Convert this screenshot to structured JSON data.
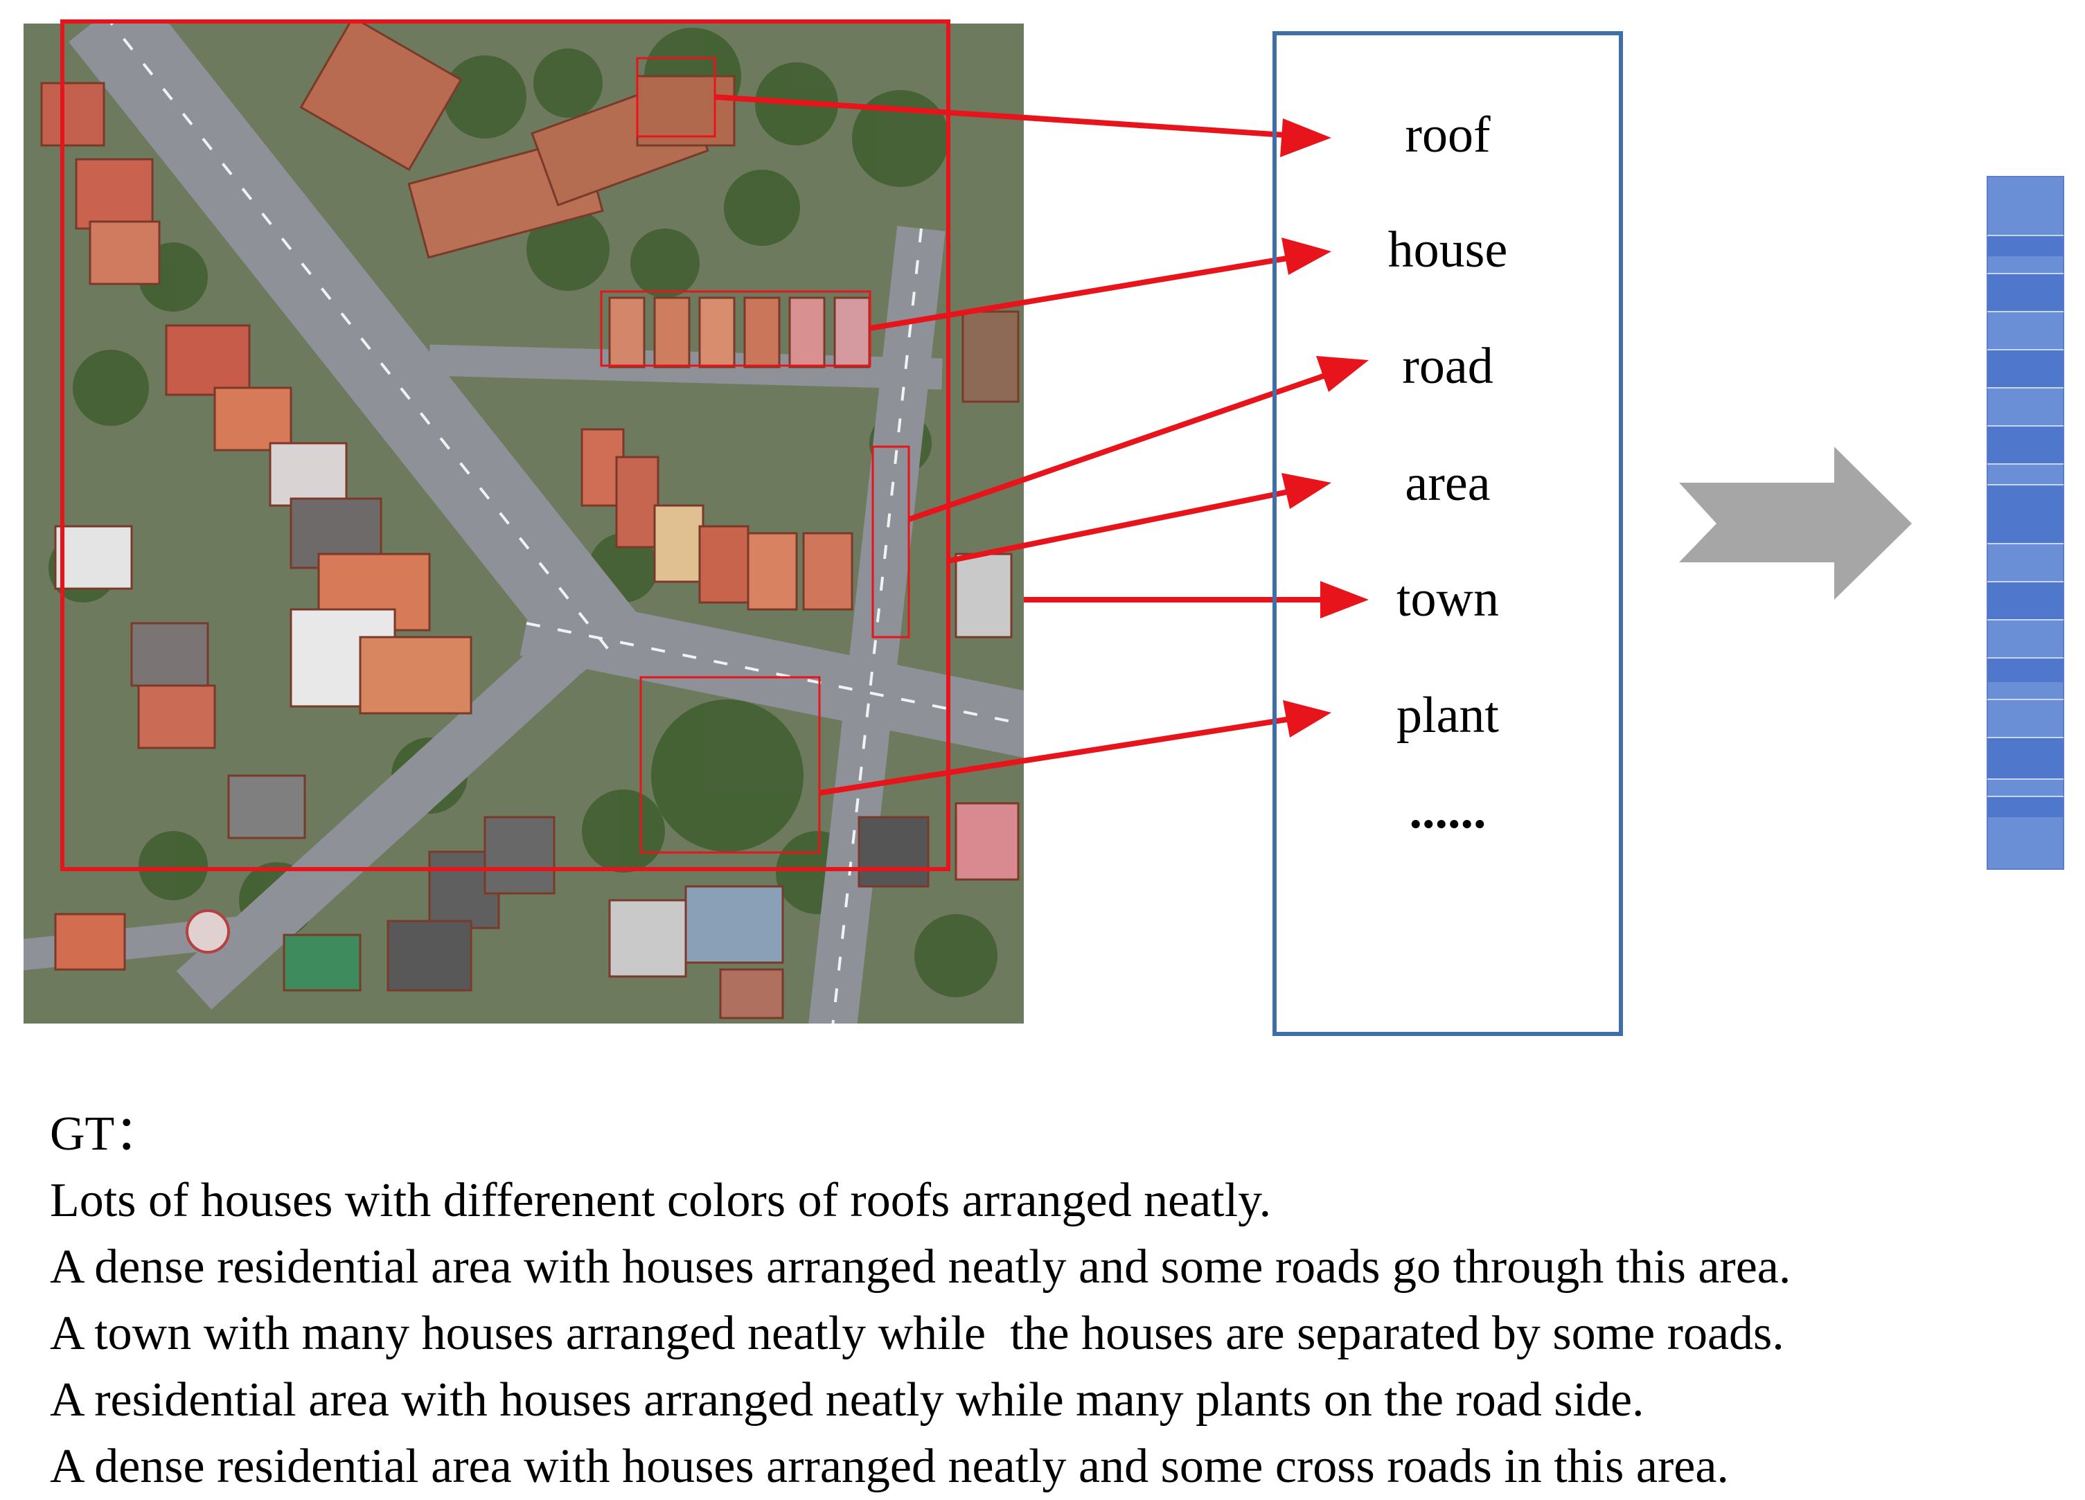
{
  "keywords": [
    "roof",
    "house",
    "road",
    "area",
    "town",
    "plant",
    "......"
  ],
  "gt_label": "GT：",
  "captions": [
    "Lots of houses with differenent colors of roofs arranged neatly.",
    "A dense residential area with houses arranged neatly and some roads go through this area.",
    "A town with many houses arranged neatly while  the houses are separated by some roads.",
    "A residential area with houses arranged neatly while many plants on the road side.",
    "A dense residential area with houses arranged neatly and some cross roads in this area."
  ],
  "colors": {
    "annotation_red": "#e8141b",
    "keyword_box_border": "#3f6fa8",
    "process_arrow": "#a6a6a6",
    "vector_block": "#6b8fd6",
    "vector_block_dark": "#4f77cc"
  }
}
